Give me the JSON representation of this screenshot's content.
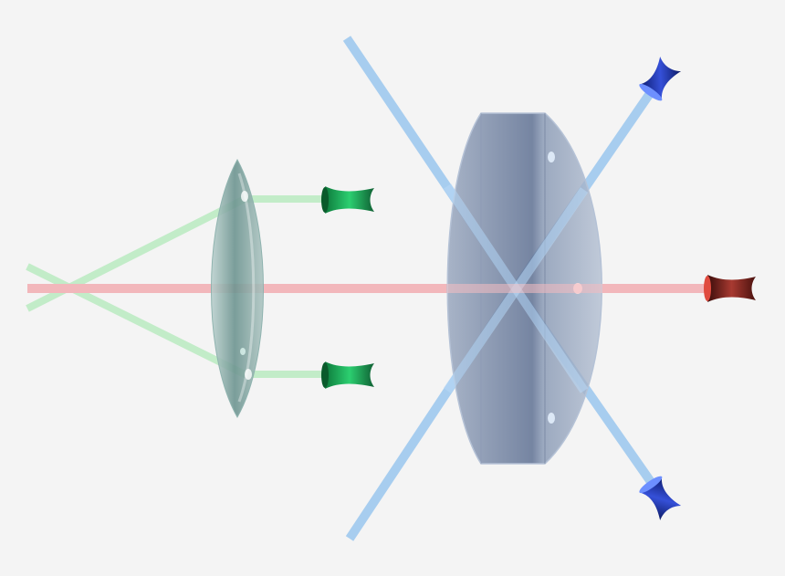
{
  "colors": {
    "background": "#f4f4f4",
    "red_beam": "#f2b7bb",
    "green_beam": "#c2ecc8",
    "blue_beam": "#a7cdef",
    "lens_left_fill": "#7fa3a0",
    "lens_right_fill": "#6f809b",
    "green_detector": "#19b85d",
    "red_detector": "#7a1f1a",
    "blue_detector": "#1b2f9a"
  },
  "elements": {
    "lenses": [
      {
        "name": "biconvex-lens-left",
        "kind": "thin biconvex lens"
      },
      {
        "name": "plano-convex-lens-right",
        "kind": "thick plano-convex lens"
      }
    ],
    "beams": [
      {
        "name": "red-axial-beam",
        "color": "red"
      },
      {
        "name": "green-converging-beams",
        "color": "green"
      },
      {
        "name": "blue-crossing-beams",
        "color": "blue"
      }
    ],
    "detectors": [
      {
        "name": "green-detector-top",
        "color": "green",
        "shape": "cup-icon"
      },
      {
        "name": "green-detector-bottom",
        "color": "green",
        "shape": "cup-icon"
      },
      {
        "name": "red-detector",
        "color": "red",
        "shape": "cup-icon"
      },
      {
        "name": "blue-detector-top",
        "color": "blue",
        "shape": "cup-icon"
      },
      {
        "name": "blue-detector-bottom",
        "color": "blue",
        "shape": "cup-icon"
      }
    ]
  }
}
